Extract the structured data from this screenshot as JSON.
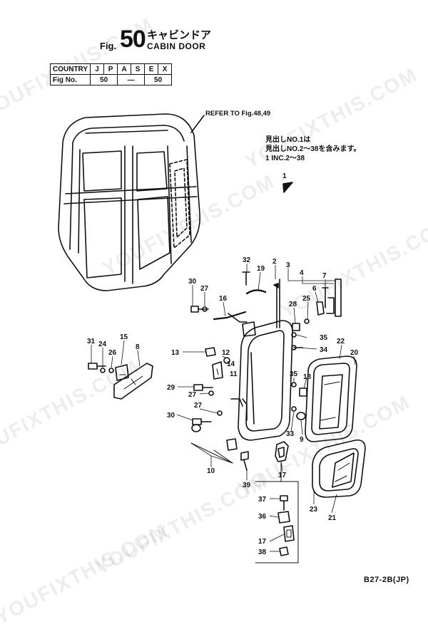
{
  "figure": {
    "prefix": "Fig.",
    "number": "50",
    "title_jp": "キャビンドア",
    "title_en": "CABIN DOOR"
  },
  "country_table": {
    "row1": [
      "COUNTRY",
      "J",
      "P",
      "A",
      "S",
      "E",
      "X"
    ],
    "row2": [
      "Fig No.",
      "50",
      "—",
      "50"
    ]
  },
  "refer_note": "REFER TO Fig.48,49",
  "assembly_note": {
    "line1": "見出しNO.1は",
    "line2": "見出しNO.2〜38を含みます。",
    "line3": "1 INC.2〜38"
  },
  "callouts": [
    {
      "label": "1"
    },
    {
      "label": "2"
    },
    {
      "label": "3"
    },
    {
      "label": "4"
    },
    {
      "label": "7"
    },
    {
      "label": "32"
    },
    {
      "label": "19"
    },
    {
      "label": "30"
    },
    {
      "label": "27"
    },
    {
      "label": "16"
    },
    {
      "label": "28"
    },
    {
      "label": "25"
    },
    {
      "label": "6"
    },
    {
      "label": "31"
    },
    {
      "label": "24"
    },
    {
      "label": "26"
    },
    {
      "label": "15"
    },
    {
      "label": "8"
    },
    {
      "label": "13"
    },
    {
      "label": "12"
    },
    {
      "label": "14"
    },
    {
      "label": "11"
    },
    {
      "label": "35"
    },
    {
      "label": "34"
    },
    {
      "label": "22"
    },
    {
      "label": "20"
    },
    {
      "label": "35"
    },
    {
      "label": "18"
    },
    {
      "label": "29"
    },
    {
      "label": "27"
    },
    {
      "label": "27"
    },
    {
      "label": "30"
    },
    {
      "label": "33"
    },
    {
      "label": "9"
    },
    {
      "label": "10"
    },
    {
      "label": "39"
    },
    {
      "label": "17"
    },
    {
      "label": "23"
    },
    {
      "label": "21"
    },
    {
      "label": "37"
    },
    {
      "label": "36"
    },
    {
      "label": "17"
    },
    {
      "label": "38"
    }
  ],
  "watermark": "YOUFIXTHIS.COM",
  "footer_code": "B27-2B(JP)"
}
